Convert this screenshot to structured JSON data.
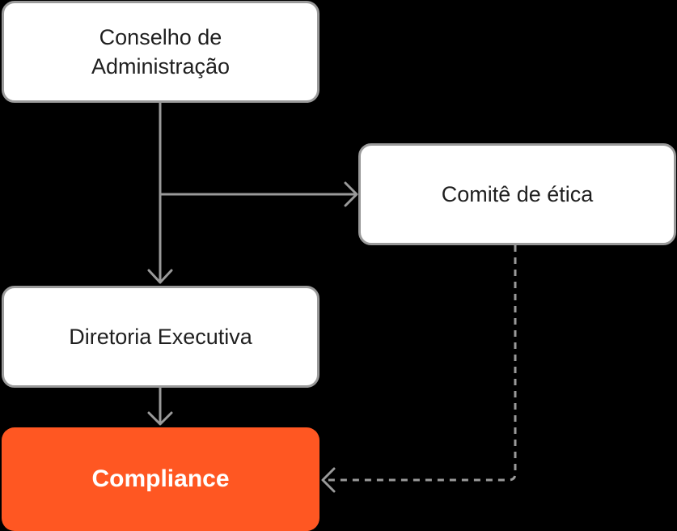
{
  "nodes": {
    "conselho": {
      "line1": "Conselho de",
      "line2": "Administração"
    },
    "comite": {
      "label": "Comitê de ética"
    },
    "diretoria": {
      "label": "Diretoria Executiva"
    },
    "compliance": {
      "label": "Compliance"
    }
  },
  "colors": {
    "background": "#000000",
    "node_fill": "#ffffff",
    "node_border": "#9a9a9a",
    "connector": "#9a9a9a",
    "accent": "#ff5722",
    "text": "#1f1f1f"
  }
}
